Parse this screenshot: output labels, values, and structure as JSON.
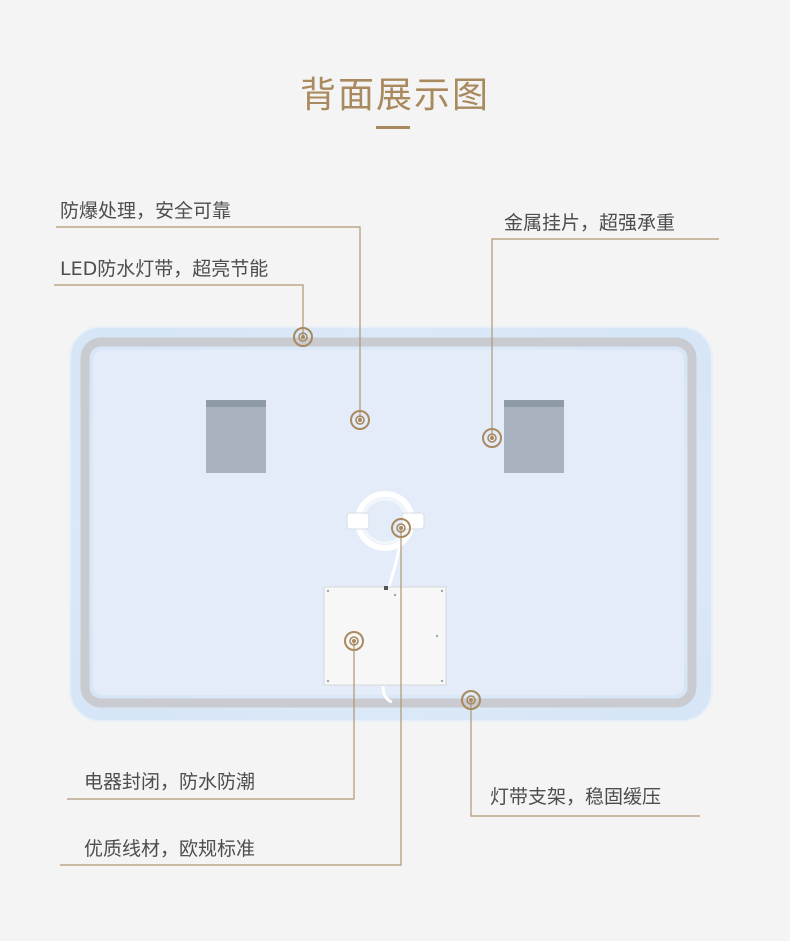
{
  "header": {
    "title": "背面展示图"
  },
  "callouts": [
    {
      "id": "explosion-proof",
      "text": "防爆处理，安全可靠"
    },
    {
      "id": "led-strip",
      "text": "LED防水灯带，超亮节能"
    },
    {
      "id": "metal-hanger",
      "text": "金属挂片，超强承重"
    },
    {
      "id": "electrical-sealed",
      "text": "电器封闭，防水防潮"
    },
    {
      "id": "quality-wire",
      "text": "优质线材，欧规标准"
    },
    {
      "id": "strip-bracket",
      "text": "灯带支架，稳固缓压"
    }
  ],
  "colors": {
    "accent": "#a98a5e",
    "mirror_glow": "#dbe9f7",
    "mirror_inner": "#e4edf8",
    "frame_gray": "#c9cbcf",
    "bracket_gray": "#9aa6b3"
  }
}
